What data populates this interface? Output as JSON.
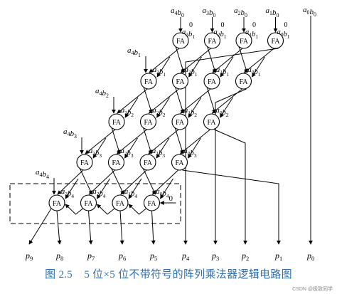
{
  "figure": {
    "caption_number": "图 2.5",
    "caption_title": "5 位×5 位不带符号的阵列乘法器逻辑电路图",
    "watermark": "CSDN @极致同学"
  },
  "top_inputs": [
    {
      "a": "4",
      "b": "0"
    },
    {
      "a": "3",
      "b": "0"
    },
    {
      "a": "2",
      "b": "0"
    },
    {
      "a": "1",
      "b": "0"
    },
    {
      "a": "0",
      "b": "0"
    }
  ],
  "row_inputs": [
    [
      {
        "a": "3",
        "b": "1"
      },
      {
        "a": "2",
        "b": "1"
      },
      {
        "a": "1",
        "b": "1"
      },
      {
        "a": "0",
        "b": "1"
      }
    ],
    [
      {
        "a": "3",
        "b": "2"
      },
      {
        "a": "2",
        "b": "2"
      },
      {
        "a": "1",
        "b": "2"
      },
      {
        "a": "0",
        "b": "2"
      }
    ],
    [
      {
        "a": "3",
        "b": "3"
      },
      {
        "a": "2",
        "b": "3"
      },
      {
        "a": "1",
        "b": "3"
      },
      {
        "a": "0",
        "b": "3"
      }
    ],
    [
      {
        "a": "3",
        "b": "4"
      },
      {
        "a": "2",
        "b": "4"
      },
      {
        "a": "1",
        "b": "4"
      },
      {
        "a": "0",
        "b": "4"
      }
    ]
  ],
  "left_inputs": [
    {
      "a": "4",
      "b": "1"
    },
    {
      "a": "4",
      "b": "2"
    },
    {
      "a": "4",
      "b": "3"
    },
    {
      "a": "4",
      "b": "4"
    }
  ],
  "cell_label": "FA",
  "zero_label": "0",
  "outputs": [
    "9",
    "8",
    "7",
    "6",
    "5",
    "4",
    "3",
    "2",
    "1",
    "0"
  ],
  "output_prefix": "p"
}
